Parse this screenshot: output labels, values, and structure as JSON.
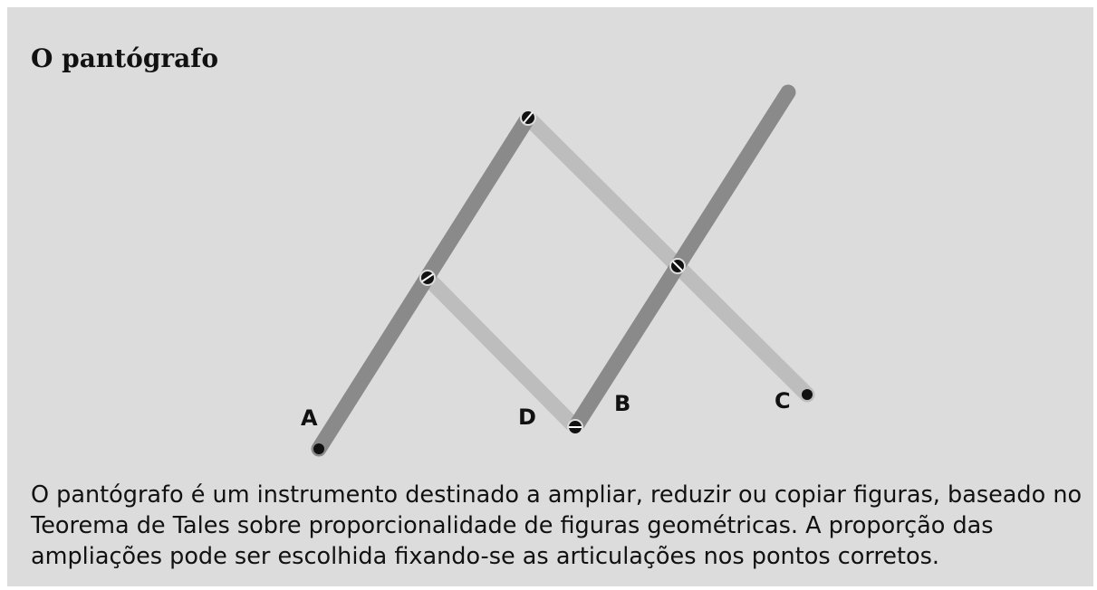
{
  "title": "O pantógrafo",
  "points": {
    "a": "A",
    "b": "B",
    "c": "C",
    "d": "D"
  },
  "description": "O pantógrafo é um instrumento destinado a ampliar, reduzir ou copiar figuras, baseado no Teorema de Tales sobre proporcionalidade de figuras geométricas. A proporção das ampliações pode ser escolhida fixando-se as articulações nos pontos corretos.",
  "colors": {
    "dark_bar": "#8a8a8a",
    "light_bar": "#bdbdbd",
    "background": "#dcdcdc"
  }
}
